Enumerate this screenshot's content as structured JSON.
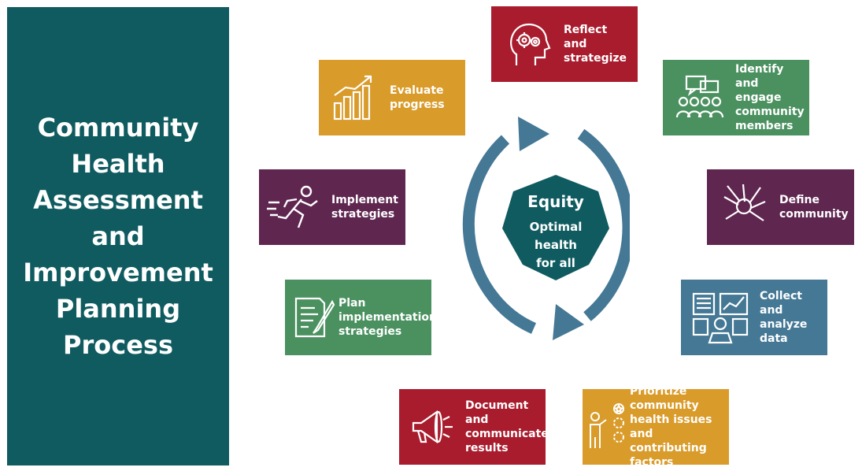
{
  "title": "Community\nHealth\nAssessment\nand\nImprovement\nPlanning\nProcess",
  "center": {
    "title": "Equity",
    "subtitle": "Optimal\nhealth\nfor all"
  },
  "steps": [
    {
      "label": "Reflect\nand\nstrategize",
      "icon": "head-gears-icon"
    },
    {
      "label": "Identify and\nengage\ncommunity\nmembers",
      "icon": "community-chat-icon"
    },
    {
      "label": "Define\ncommunity",
      "icon": "hands-together-icon"
    },
    {
      "label": "Collect\nand\nanalyze\ndata",
      "icon": "data-dashboard-icon"
    },
    {
      "label": "Prioritize\ncommunity\nhealth issues and\ncontributing\nfactors",
      "icon": "presenter-priorities-icon"
    },
    {
      "label": "Document\nand\ncommunicate\nresults",
      "icon": "megaphone-icon"
    },
    {
      "label": "Plan\nimplementation\nstrategies",
      "icon": "document-pen-icon"
    },
    {
      "label": "Implement\nstrategies",
      "icon": "running-person-icon"
    },
    {
      "label": "Evaluate\nprogress",
      "icon": "growth-chart-icon"
    }
  ],
  "colors": {
    "teal": "#0f5b60",
    "red": "#a81c2d",
    "green": "#4b9160",
    "purple": "#5f2750",
    "steel": "#447895",
    "gold": "#d99b2a"
  }
}
